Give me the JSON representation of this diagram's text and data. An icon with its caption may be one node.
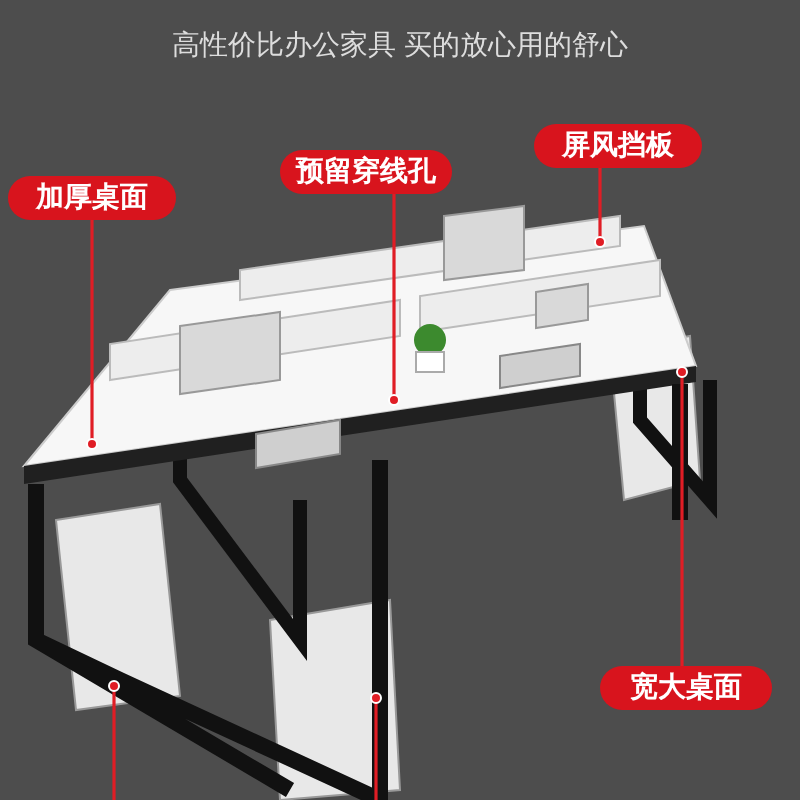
{
  "diagram": {
    "nodes": [
      {
        "text": [
          "屏风挡板"
        ]
      },
      {
        "text": [
          "预留穿线孔"
        ]
      },
      {
        "text": [
          "加厚桌面"
        ]
      },
      {
        "text": [
          "宽大桌面"
        ]
      }
    ],
    "edges": [
      {
        "from": 2,
        "to": null,
        "arrow": "other"
      },
      {
        "from": 1,
        "to": null,
        "arrow": "other"
      },
      {
        "from": 0,
        "to": null,
        "arrow": "other"
      },
      {
        "from": 3,
        "to": null,
        "arrow": "other"
      }
    ],
    "labels": [
      "高性价比办公家具 买的放心用的舒心"
    ]
  }
}
